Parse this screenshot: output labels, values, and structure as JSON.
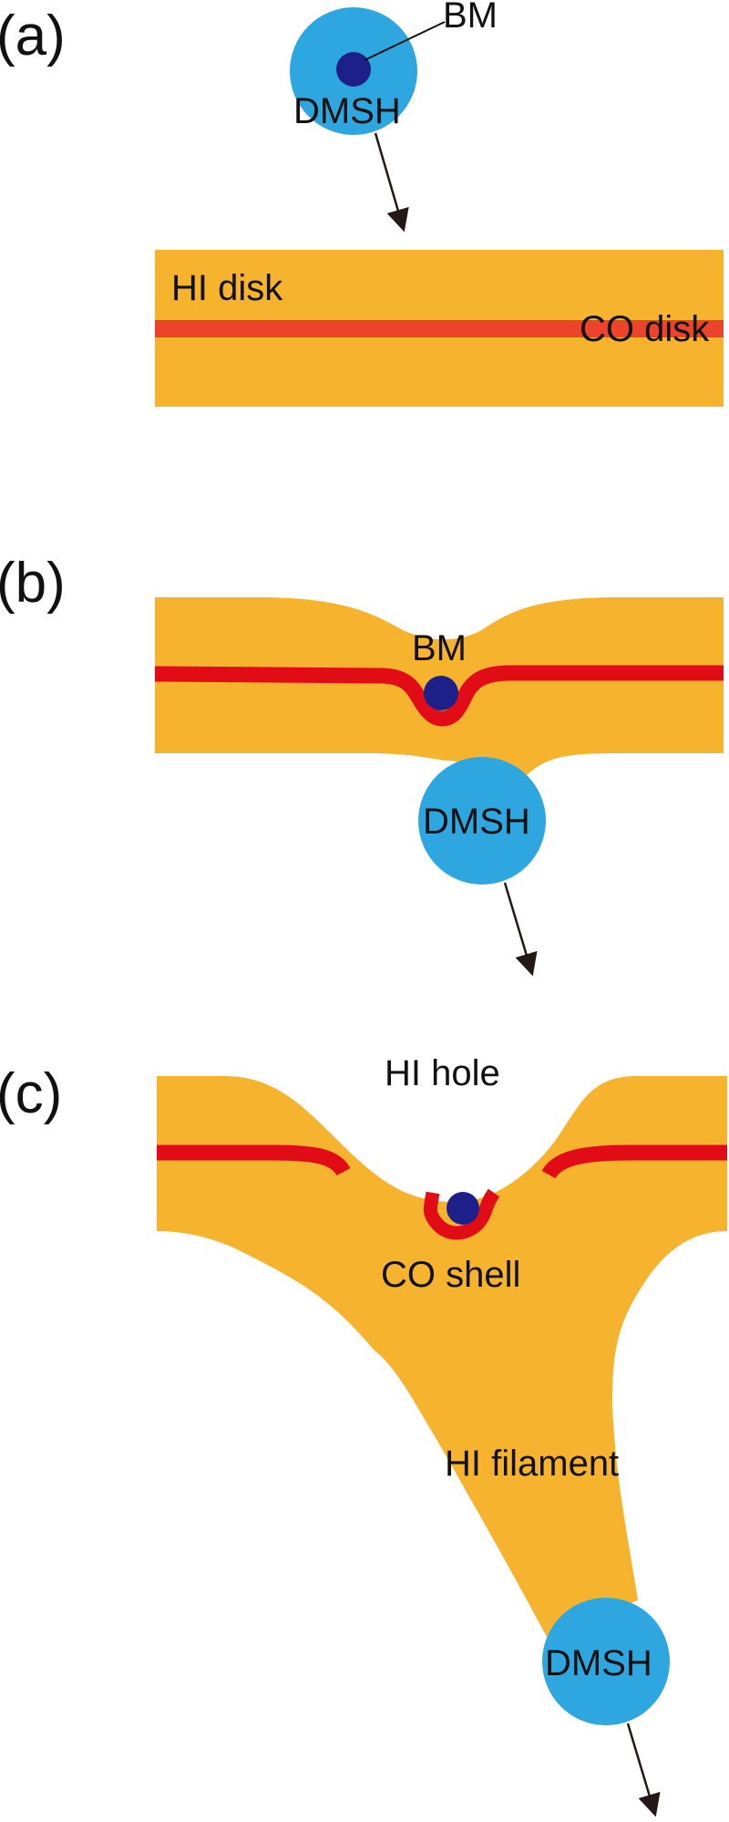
{
  "colors": {
    "hi_gas": "#F5B32E",
    "co_gas_a": "#EC432D",
    "co_gas": "#E20C17",
    "dark_matter_subhalo": "#2EA7E0",
    "baryonic_matter": "#1D2088",
    "arrow": "#231815"
  },
  "panels": [
    {
      "label": "(a)",
      "dmsh_label": "DMSH",
      "bm_label": "BM",
      "hi_label": "HI disk",
      "co_label": "CO disk"
    },
    {
      "label": "(b)",
      "bm_label": "BM",
      "dmsh_label": "DMSH"
    },
    {
      "label": "(c)",
      "hole_label": "HI hole",
      "shell_label": "CO shell",
      "filament_label": "HI filament",
      "dmsh_label": "DMSH"
    }
  ]
}
